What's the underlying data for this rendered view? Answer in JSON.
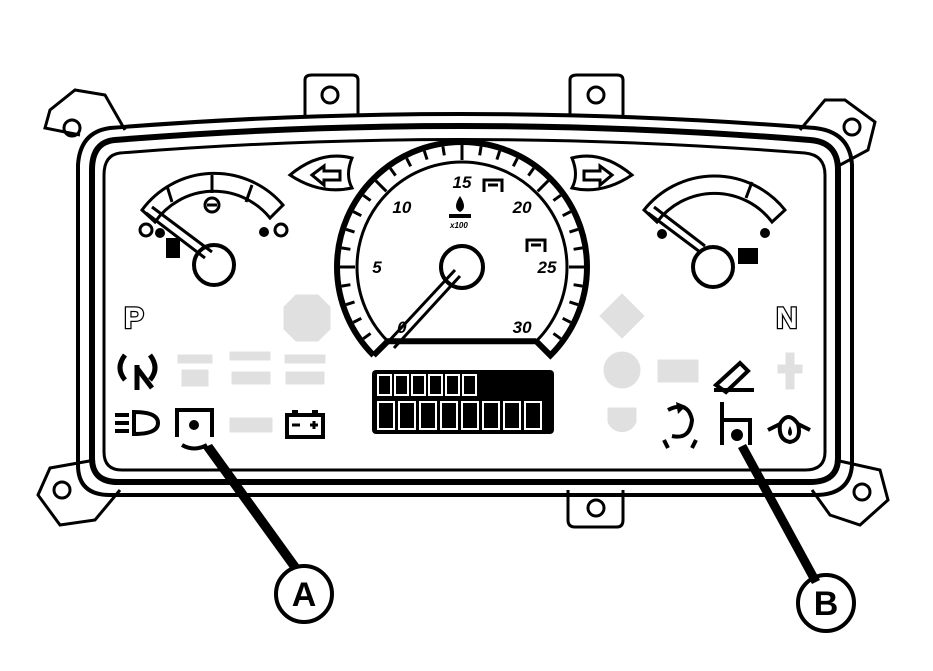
{
  "diagram": {
    "tachometer": {
      "scale_labels": [
        "0",
        "5",
        "10",
        "15",
        "20",
        "25",
        "30"
      ],
      "unit_label": "x100"
    },
    "indicators": {
      "park": "P",
      "neutral": "N"
    },
    "callouts": [
      {
        "label": "A"
      },
      {
        "label": "B"
      }
    ],
    "colors": {
      "line": "#000000",
      "inactive_indicator": "#e0e0e0",
      "background": "#ffffff"
    },
    "icons": {
      "active": [
        "left-turn-icon",
        "right-turn-icon",
        "fuel-gauge-icon",
        "coolant-temp-gauge-icon",
        "park-icon",
        "neutral-icon",
        "no-signal-icon",
        "headlight-icon",
        "pto-icon",
        "battery-icon",
        "pen-icon",
        "rotation-icon",
        "seat-icon",
        "oil-pressure-icon"
      ],
      "inactive": [
        "stop-icon",
        "tractor-turn-icon",
        "trailer-turn-icon",
        "trailer-turn-2-icon",
        "tractor-icon",
        "warning-diamond-icon",
        "gear-icon",
        "tractor-2-icon",
        "hitch-icon",
        "filter-icon"
      ]
    }
  }
}
